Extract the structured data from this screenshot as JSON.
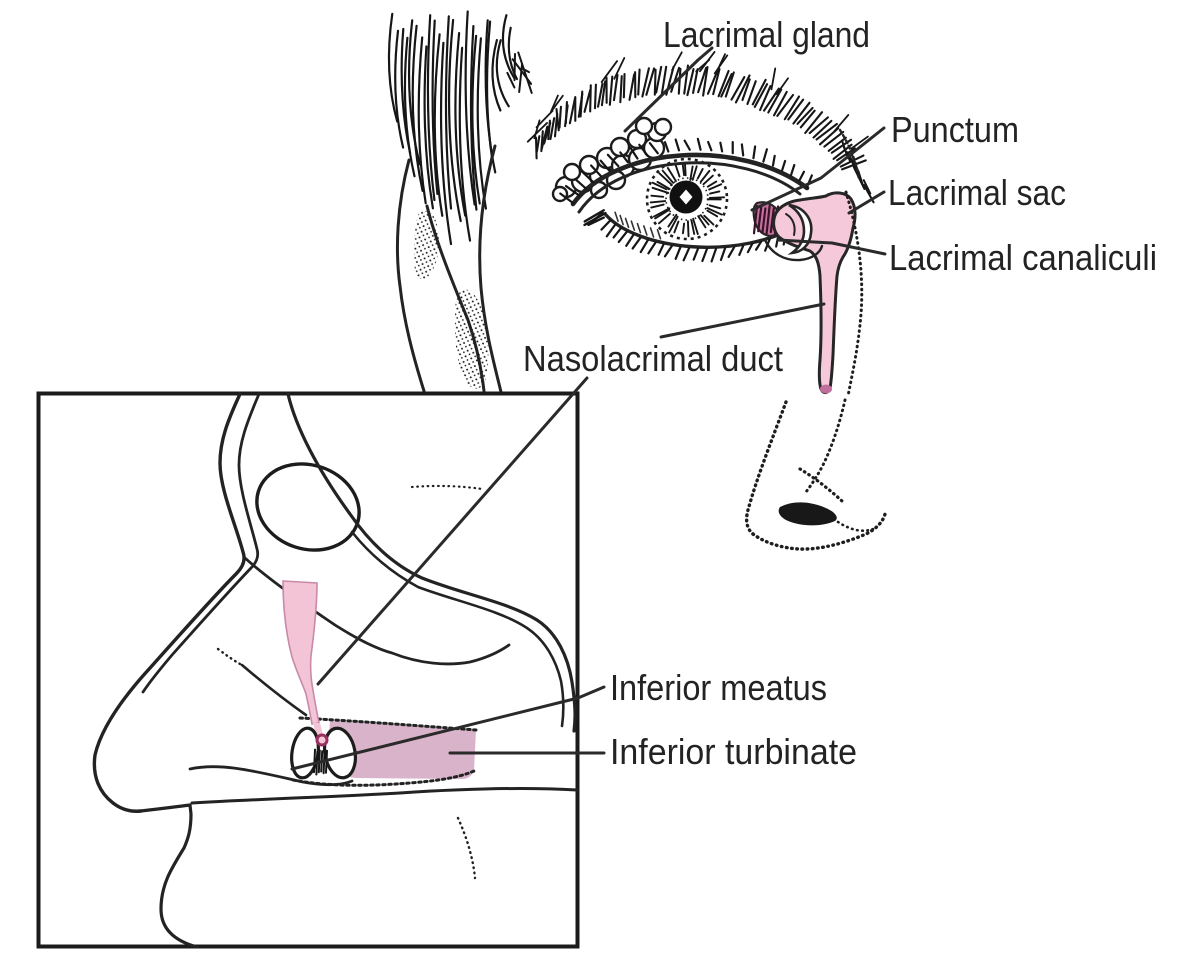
{
  "figure": {
    "kind": "anatomical line diagram of the tear (lacrimal) apparatus",
    "labels": {
      "lacrimal_gland": "Lacrimal gland",
      "punctum": "Punctum",
      "lacrimal_sac": "Lacrimal sac",
      "lacrimal_canaliculi": "Lacrimal canaliculi",
      "nasolacrimal_duct": "Nasolacrimal duct",
      "inferior_meatus": "Inferior meatus",
      "inferior_turbinate": "Inferior turbinate"
    },
    "colors": {
      "paper": "#ffffff",
      "ink": "#232323",
      "pink-light": "#f6c9da",
      "pink-funnel": "#f3c4d6",
      "mauve": "#d9b3c9",
      "magenta-dark": "#97305f",
      "caruncle-pink": "#c4719f",
      "duct-tip": "#c06e9c"
    }
  }
}
